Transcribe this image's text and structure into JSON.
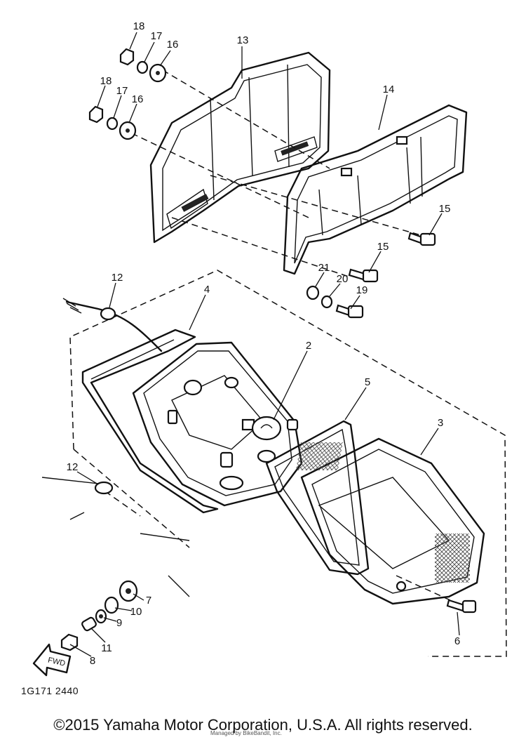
{
  "diagram": {
    "callouts": [
      {
        "id": "c18a",
        "label": "18"
      },
      {
        "id": "c17a",
        "label": "17"
      },
      {
        "id": "c16a",
        "label": "16"
      },
      {
        "id": "c13",
        "label": "13"
      },
      {
        "id": "c18b",
        "label": "18"
      },
      {
        "id": "c17b",
        "label": "17"
      },
      {
        "id": "c16b",
        "label": "16"
      },
      {
        "id": "c14",
        "label": "14"
      },
      {
        "id": "c15a",
        "label": "15"
      },
      {
        "id": "c15b",
        "label": "15"
      },
      {
        "id": "c21",
        "label": "21"
      },
      {
        "id": "c20",
        "label": "20"
      },
      {
        "id": "c19",
        "label": "19"
      },
      {
        "id": "c12a",
        "label": "12"
      },
      {
        "id": "c4",
        "label": "4"
      },
      {
        "id": "c2",
        "label": "2"
      },
      {
        "id": "c5",
        "label": "5"
      },
      {
        "id": "c3",
        "label": "3"
      },
      {
        "id": "c12b",
        "label": "12"
      },
      {
        "id": "c7",
        "label": "7"
      },
      {
        "id": "c10",
        "label": "10"
      },
      {
        "id": "c9",
        "label": "9"
      },
      {
        "id": "c11",
        "label": "11"
      },
      {
        "id": "c8",
        "label": "8"
      },
      {
        "id": "c6",
        "label": "6"
      }
    ],
    "fwd_arrow_label": "FWD",
    "part_code": "1G171 2440"
  },
  "footer": {
    "copyright": "©2015 Yamaha Motor Corporation, U.S.A. All rights reserved.",
    "watermark": "Managed by BikeBandit, Inc."
  },
  "colors": {
    "ink": "#111111",
    "background": "#ffffff"
  }
}
